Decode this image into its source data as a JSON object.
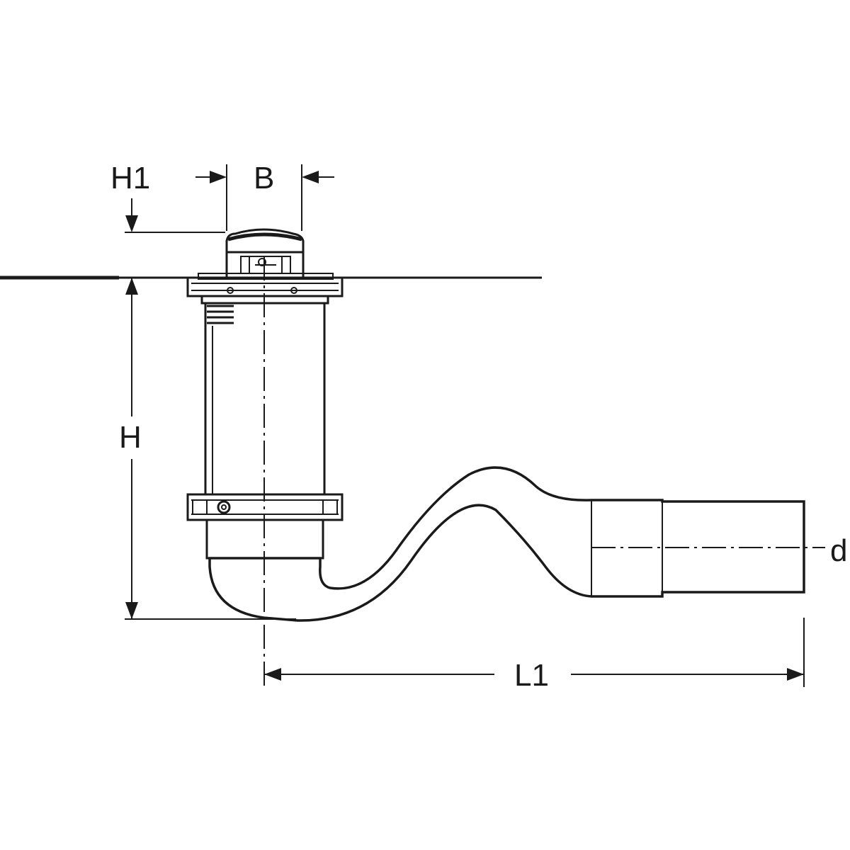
{
  "labels": {
    "h1": "H1",
    "b": "B",
    "h": "H",
    "l1": "L1",
    "d": "d"
  },
  "colors": {
    "line": "#1a1a1a",
    "background": "#ffffff"
  }
}
